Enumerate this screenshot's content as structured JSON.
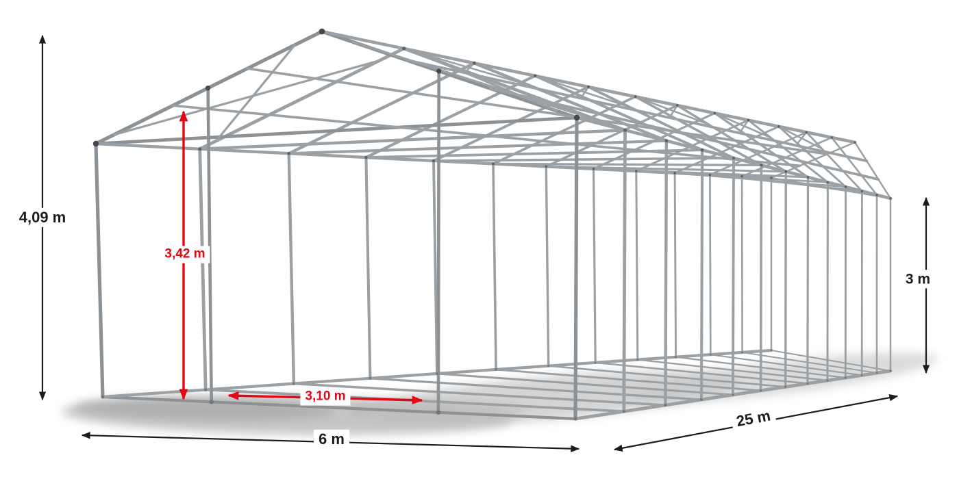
{
  "diagram": {
    "dimensions": {
      "total_height": {
        "label": "4,09 m",
        "color": "#1c1c1c"
      },
      "inner_height": {
        "label": "3,42 m",
        "color": "#e30613"
      },
      "side_height": {
        "label": "3 m",
        "color": "#1c1c1c"
      },
      "inner_width": {
        "label": "3,10 m",
        "color": "#e30613"
      },
      "front_width": {
        "label": "6 m",
        "color": "#1c1c1c"
      },
      "length": {
        "label": "25 m",
        "color": "#1c1c1c"
      }
    },
    "colors": {
      "frame_tube": "#9aa0a4",
      "accent_red": "#e30613",
      "dimension_black": "#1c1c1c",
      "shadow": "#c0c0c0",
      "background": "#ffffff"
    }
  }
}
